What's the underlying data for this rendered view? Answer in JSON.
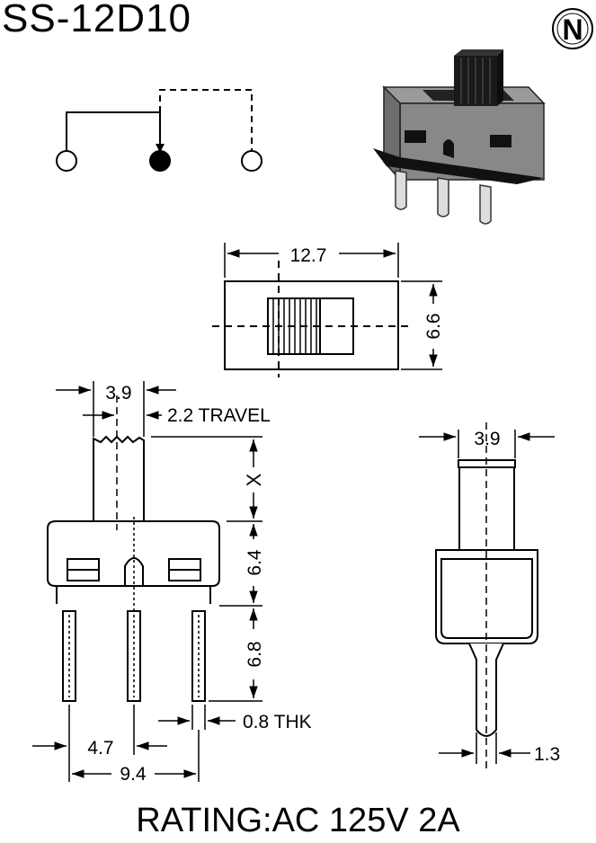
{
  "title": "SS-12D10",
  "logo_letter": "N",
  "rating": "RATING:AC 125V 2A",
  "dims": {
    "top_width": "12.7",
    "top_height": "6.6",
    "actuator_width": "3.9",
    "travel": "2.2 TRAVEL",
    "actuator_height": "X",
    "body_height": "6.4",
    "pin_length": "6.8",
    "pin_thickness": "0.8 THK",
    "pin_pitch": "4.7",
    "pin_span": "9.4",
    "side_width": "3.9",
    "side_pin": "1.3"
  }
}
